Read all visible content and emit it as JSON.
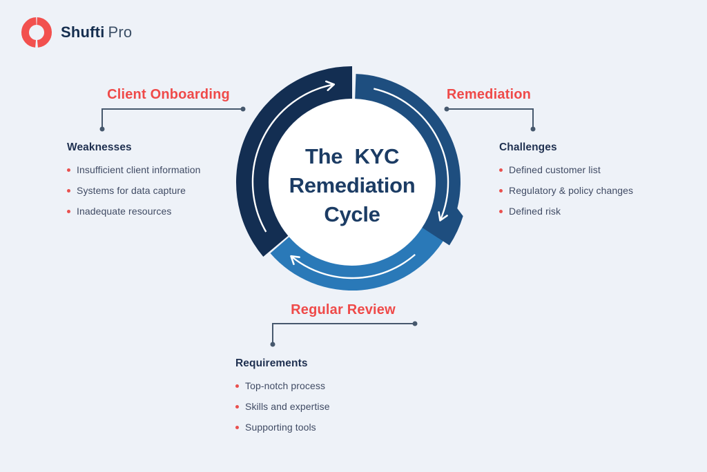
{
  "brand": {
    "name_bold": "Shufti",
    "name_light": "Pro"
  },
  "center": {
    "line1": "The KYC",
    "line2": "Remediation",
    "line3": "Cycle"
  },
  "sections": [
    {
      "id": "client-onboarding",
      "title": "Client Onboarding",
      "heading": "Weaknesses",
      "items": [
        "Insufficient client information",
        "Systems for data capture",
        "Inadequate resources"
      ]
    },
    {
      "id": "remediation",
      "title": "Remediation",
      "heading": "Challenges",
      "items": [
        "Defined customer list",
        "Regulatory & policy changes",
        "Defined risk"
      ]
    },
    {
      "id": "regular-review",
      "title": "Regular Review",
      "heading": "Requirements",
      "items": [
        "Top-notch process",
        "Skills and expertise",
        "Supporting tools"
      ]
    }
  ],
  "colors": {
    "background": "#eef2f8",
    "accent_red": "#ef4a49",
    "arc_dark_navy": "#132e52",
    "arc_medium_blue": "#1e4e7f",
    "arc_light_blue": "#2a79b8",
    "center_text": "#1c3c64",
    "heading_text": "#1f3050",
    "body_text": "#3f4a63",
    "connector": "#46586d",
    "logo_red": "#f2504e"
  },
  "icons": {
    "logo": "shufti-pro-ring-logo",
    "arrows": "clockwise-cycle-arrows"
  }
}
